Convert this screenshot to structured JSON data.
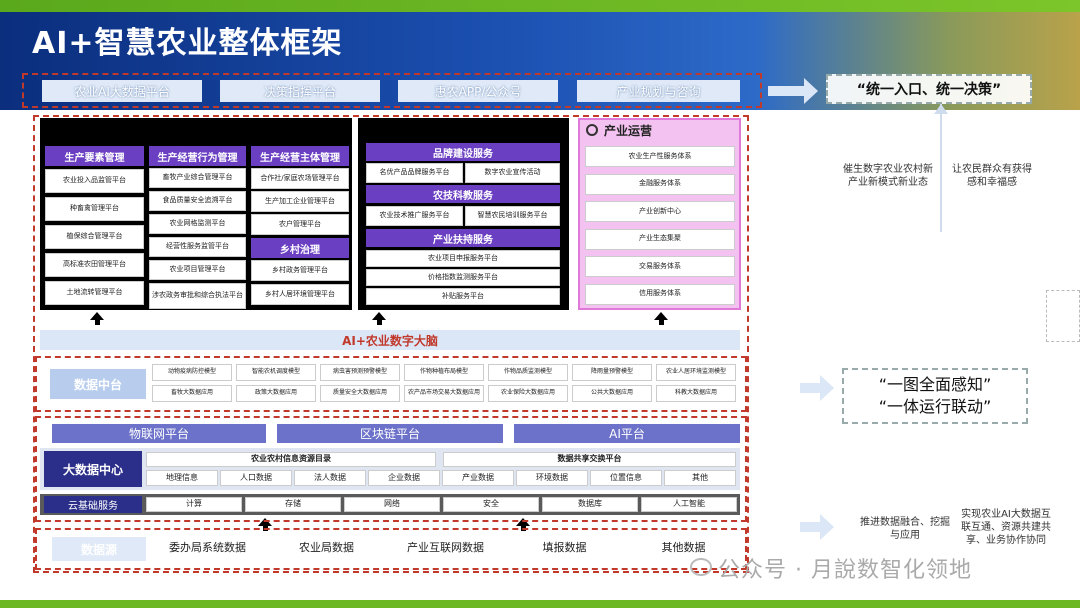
{
  "title": "AI+智慧农业整体框架",
  "nav": [
    "农业AI大数据平台",
    "决策指挥平台",
    "惠农APP/公众号",
    "产业规划与咨询"
  ],
  "slogans": {
    "top": "“统一入口、统一决策”",
    "mid1": "“一图全面感知”",
    "mid2": "“一体运行联动”"
  },
  "side": {
    "a": "催生数字农业农村新产业新模式新业态",
    "b": "让农民群众有获得感和幸福感",
    "c": "推进数据融合、挖掘与应用",
    "d": "实现农业AI大数据互联互通、资源共建共享、业务协作协同"
  },
  "col1": {
    "h1": "生产要素管理",
    "items1": [
      "农业投入品监管平台",
      "种畜禽管理平台",
      "植保综合管理平台",
      "高标准农田管理平台",
      "土地流转管理平台"
    ],
    "h2": "生产经营行为管理",
    "items2": [
      "畜牧产业综合管理平台",
      "食品质量安全追溯平台",
      "农业网格监测平台",
      "经营性服务监管平台",
      "农业项目管理平台",
      "涉农政务审批和综合执法平台"
    ],
    "h3": "生产经营主体管理",
    "items3": [
      "合作社/家庭农场管理平台",
      "生产加工企业管理平台",
      "农户管理平台"
    ],
    "h4": "乡村治理",
    "items4": [
      "乡村政务管理平台",
      "乡村人居环境管理平台"
    ]
  },
  "col2": {
    "h1": "品牌建设服务",
    "b1": "名优产品品牌服务平台",
    "b2": "数字农业宣传活动",
    "h2": "农技科教服务",
    "b3": "农业技术推广服务平台",
    "b4": "智慧农民培训服务平台",
    "h3": "产业扶持服务",
    "items": [
      "农业项目申报服务平台",
      "价格指数监测服务平台",
      "补贴服务平台"
    ]
  },
  "col3": {
    "h": "产业运营",
    "items": [
      "农业生产性服务体系",
      "金融服务体系",
      "产业创新中心",
      "产业生态集聚",
      "交易服务体系",
      "信用服务体系"
    ]
  },
  "brain": "AI+农业数字大脑",
  "dz": {
    "label": "数据中台",
    "row1": [
      "动物疫病防控模型",
      "智能农机调度模型",
      "病虫害预测预警模型",
      "作物种植布局模型",
      "作物品质监测模型",
      "降雨量预警模型",
      "农业人居环境监测模型"
    ],
    "row2": [
      "畜牧大数据应用",
      "政策大数据应用",
      "质量安全大数据应用",
      "农产品市场交易大数据应用",
      "农业保险大数据应用",
      "公共大数据应用",
      "科教大数据应用"
    ]
  },
  "plats": [
    "物联网平台",
    "区块链平台",
    "AI平台"
  ],
  "bd": {
    "label": "大数据中心",
    "t1": "农业农村信息资源目录",
    "t2": "数据共享交换平台",
    "items": [
      "地理信息",
      "人口数据",
      "法人数据",
      "企业数据",
      "产业数据",
      "环境数据",
      "位置信息",
      "其他"
    ]
  },
  "cloud": {
    "label": "云基础服务",
    "items": [
      "计算",
      "存储",
      "网络",
      "安全",
      "数据库",
      "人工智能"
    ]
  },
  "src": {
    "label": "数据源",
    "items": [
      "委办局系统数据",
      "农业局数据",
      "产业互联网数据",
      "填报数据",
      "其他数据"
    ]
  },
  "watermark": "公众号 · 月說数智化领地"
}
